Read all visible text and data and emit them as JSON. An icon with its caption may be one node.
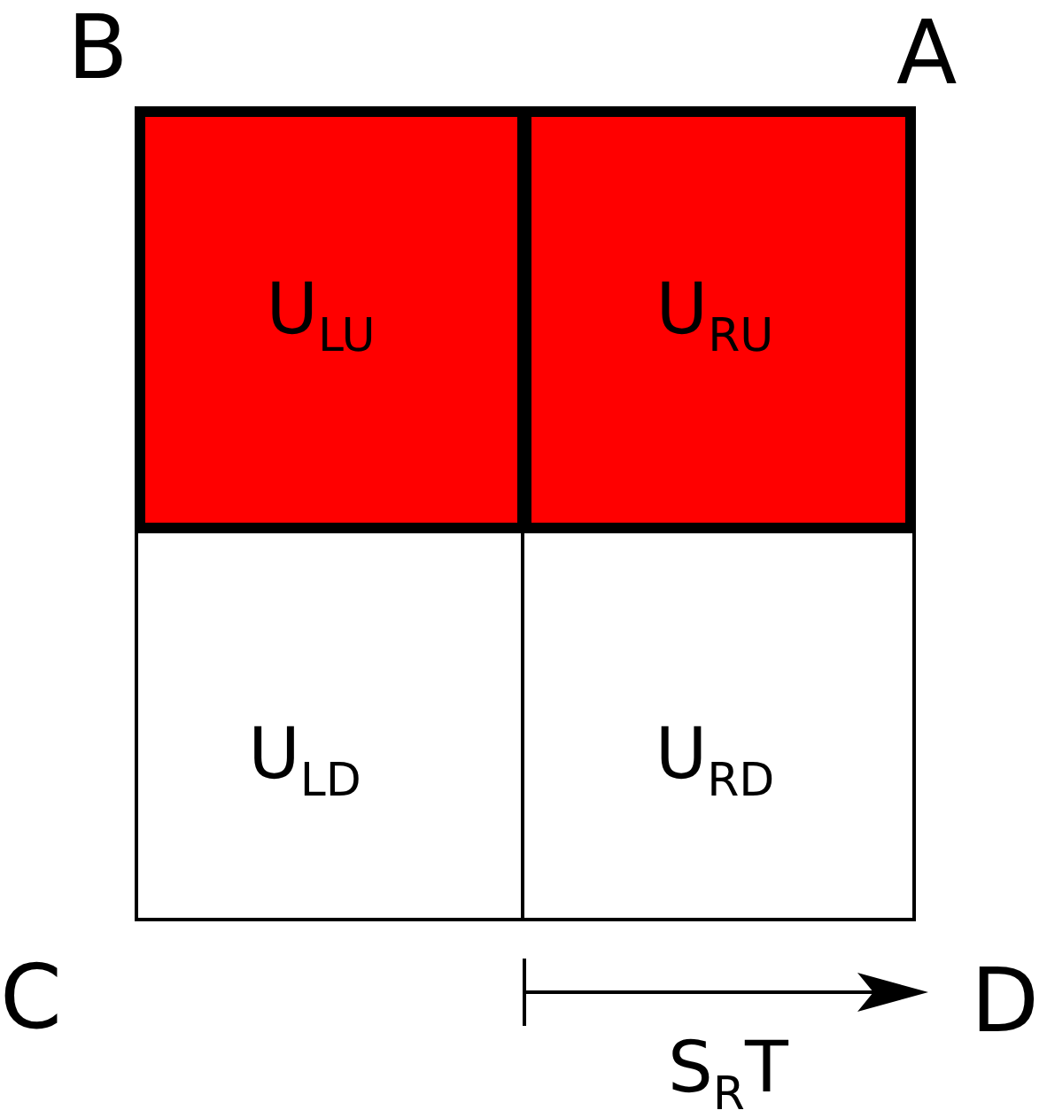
{
  "diagram": {
    "nodes": [
      {
        "text": [
          "U$_{LU}$"
        ]
      },
      {
        "text": [
          "U$_{RU}$"
        ]
      },
      {
        "text": [
          "U$_{LD}$"
        ]
      },
      {
        "text": [
          "U$_{RD}$"
        ]
      }
    ],
    "labels": [
      "B",
      "A",
      "C",
      "D",
      "S$_{R}$T"
    ]
  }
}
